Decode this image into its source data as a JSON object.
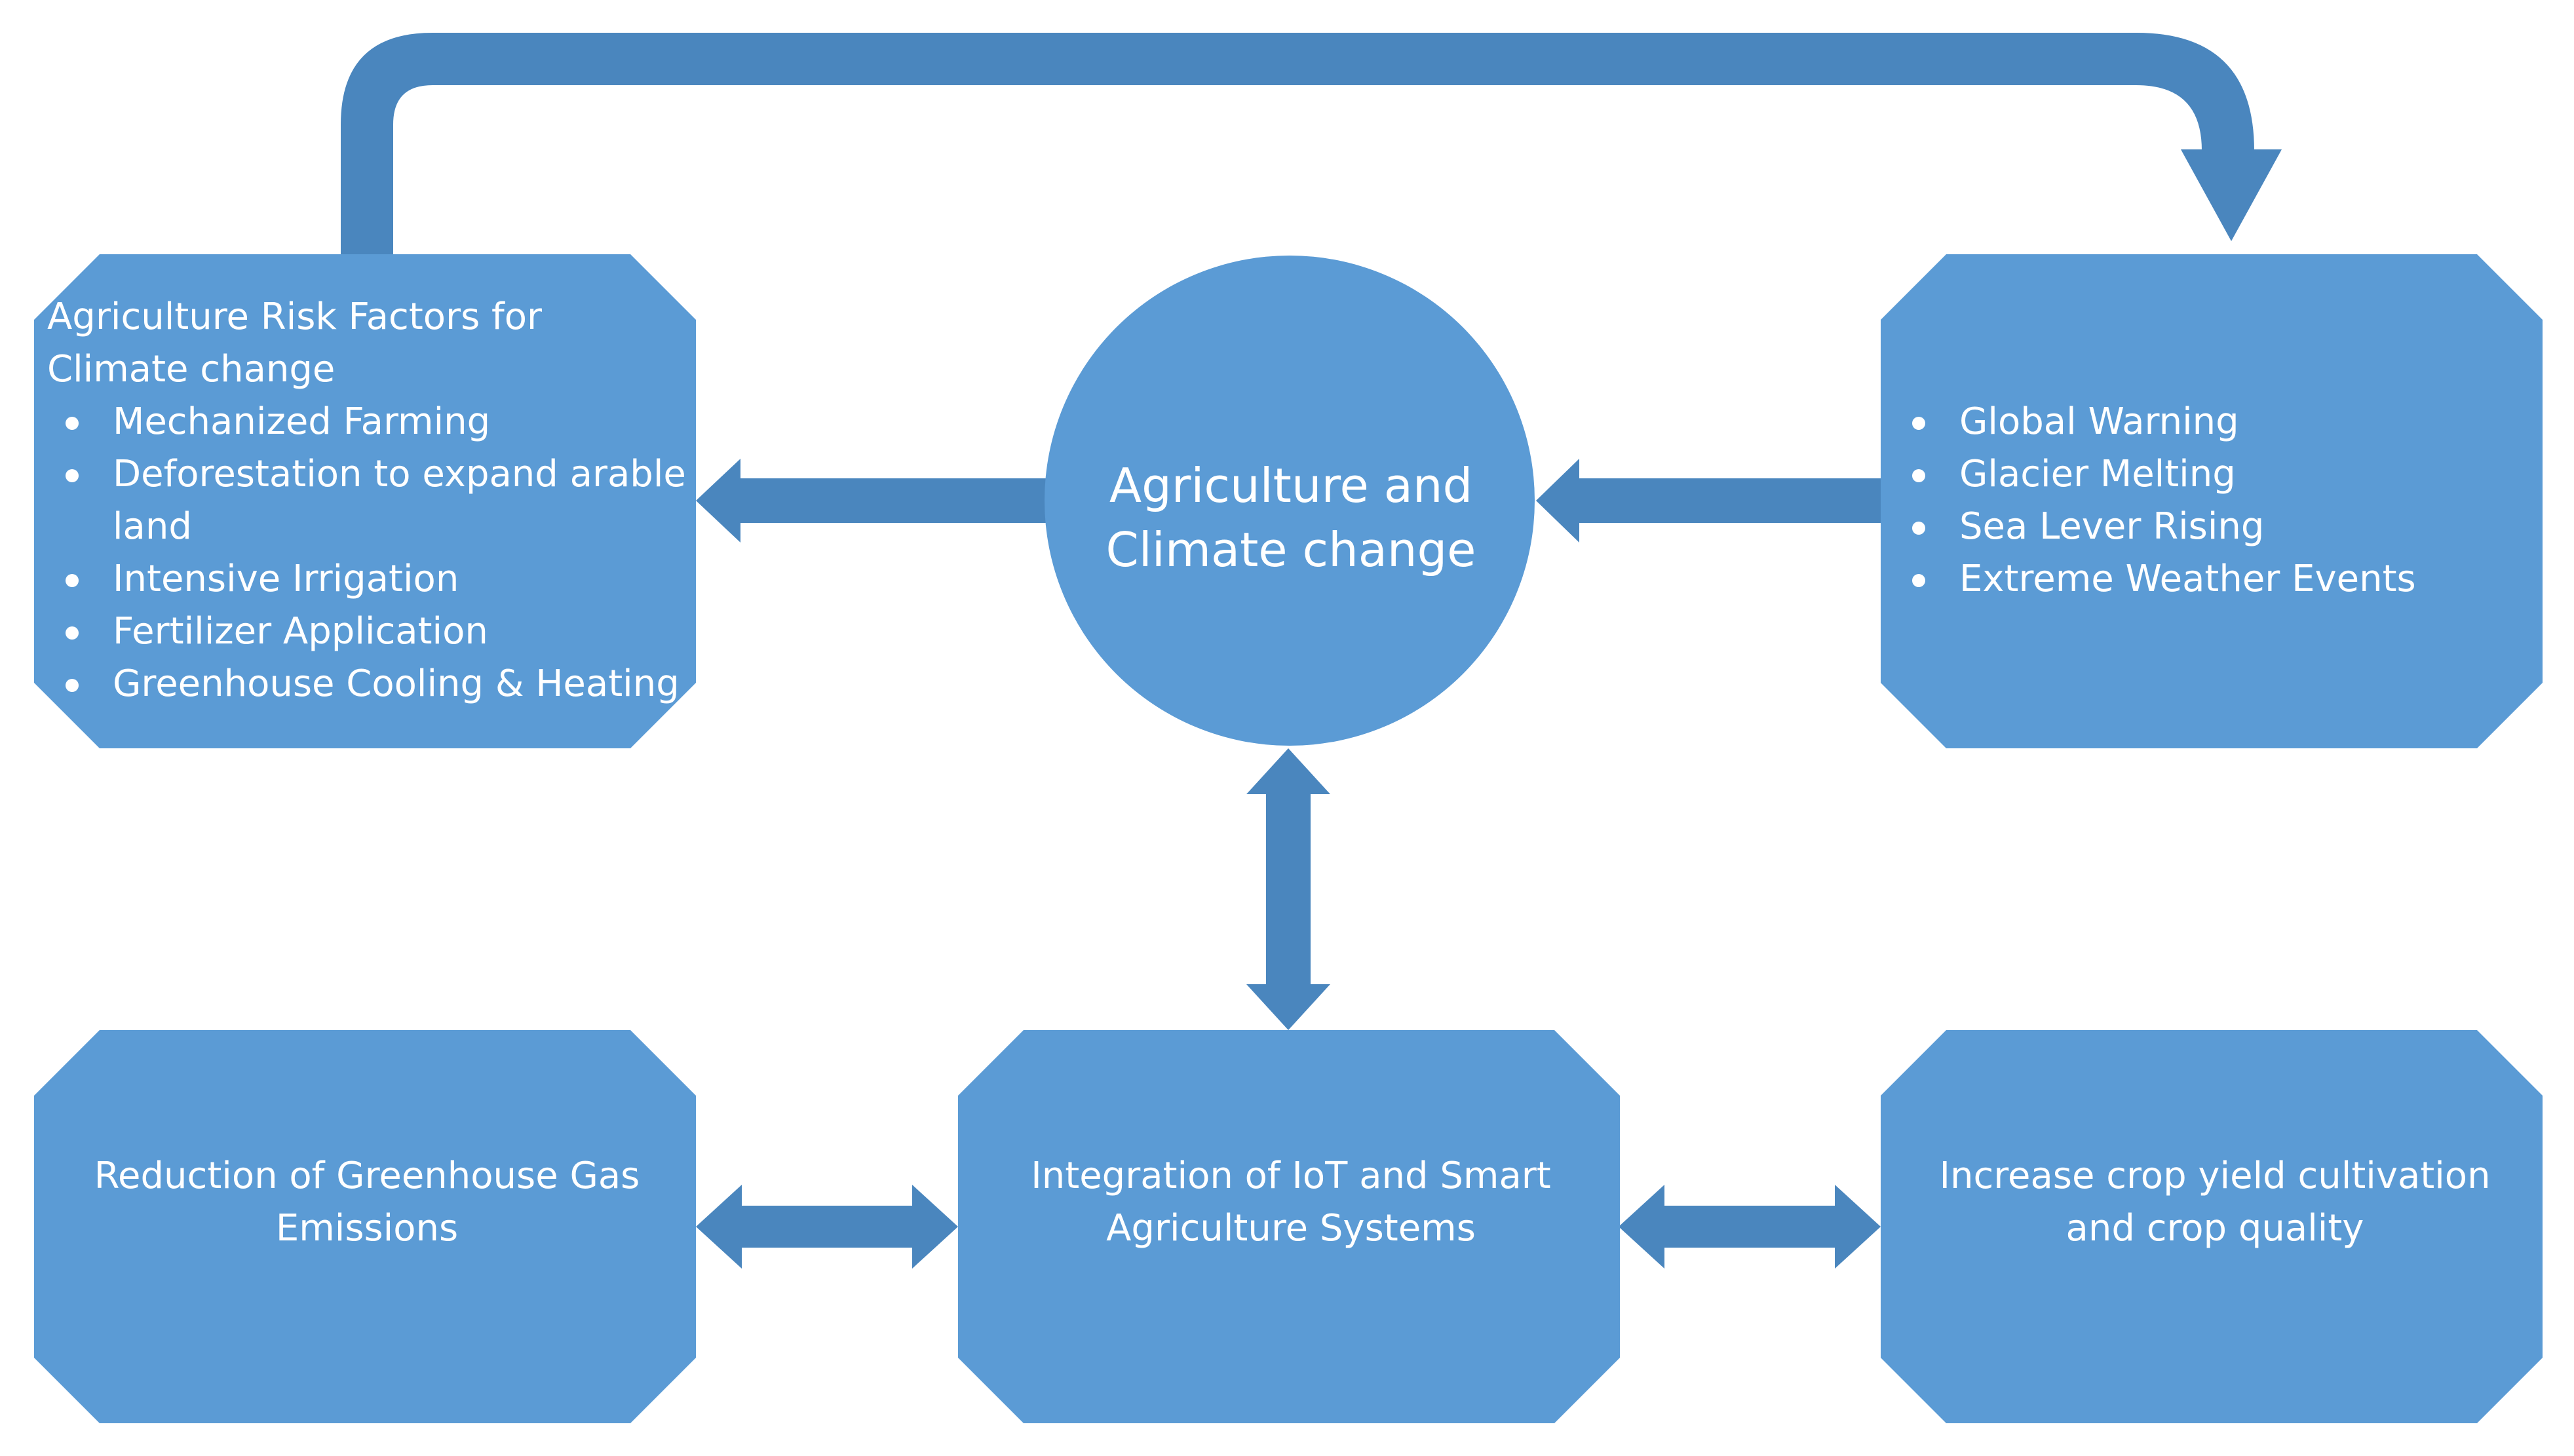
{
  "diagram": {
    "colors": {
      "node_fill": "#5b9bd5",
      "arrow_fill": "#4a86be",
      "text": "#ffffff",
      "background": "#ffffff"
    },
    "center": {
      "label": "Agriculture and Climate change"
    },
    "risk_factors": {
      "title": "Agriculture Risk Factors for Climate change",
      "items": [
        "Mechanized Farming",
        "Deforestation to expand arable land",
        "Intensive Irrigation",
        "Fertilizer Application",
        "Greenhouse Cooling & Heating"
      ]
    },
    "effects": {
      "items": [
        "Global Warning",
        "Glacier Melting",
        "Sea Lever Rising",
        "Extreme Weather Events"
      ]
    },
    "reduction": {
      "label": "Reduction of Greenhouse Gas Emissions"
    },
    "integration": {
      "label": "Integration of IoT and Smart Agriculture Systems"
    },
    "yield": {
      "label": "Increase crop yield cultivation and crop quality"
    }
  }
}
